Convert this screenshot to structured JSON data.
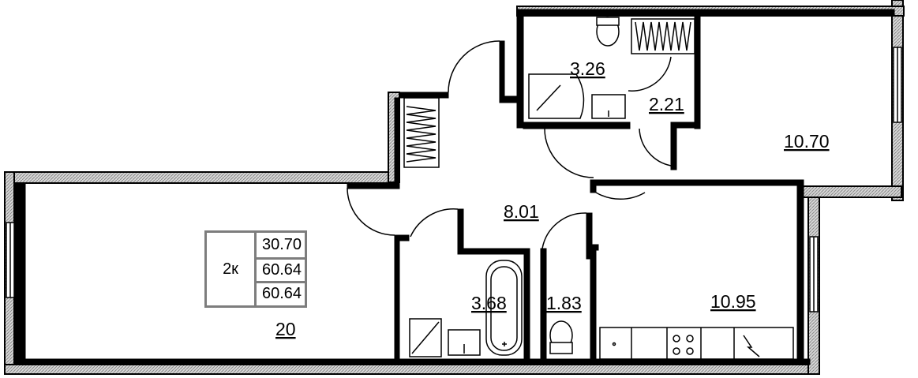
{
  "apartment": {
    "type_label": "2к",
    "values": [
      "30.70",
      "60.64",
      "60.64"
    ]
  },
  "rooms": {
    "living_room": "20",
    "bedroom": "10.70",
    "kitchen": "10.95",
    "hallway": "8.01",
    "bathroom_top": "3.26",
    "wardrobe": "2.21",
    "bathroom_bottom": "3.68",
    "toilet": "1.83"
  }
}
